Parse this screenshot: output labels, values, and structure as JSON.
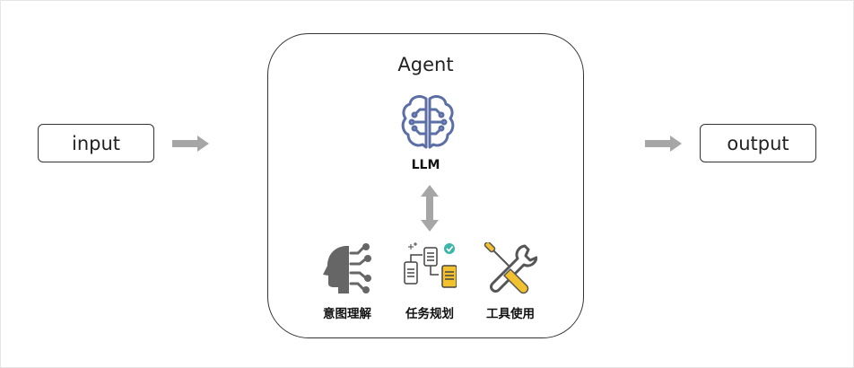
{
  "input": {
    "label": "input"
  },
  "output": {
    "label": "output"
  },
  "agent": {
    "title": "Agent",
    "llm": {
      "label": "LLM",
      "icon": "brain-circuit-icon"
    },
    "capabilities": [
      {
        "label": "意图理解",
        "icon": "head-network-icon"
      },
      {
        "label": "任务规划",
        "icon": "task-flow-icon"
      },
      {
        "label": "工具使用",
        "icon": "wrench-screwdriver-icon"
      }
    ]
  },
  "colors": {
    "arrow": "#a6a6a6",
    "brain_stroke": "#5b6fa6",
    "head": "#666666",
    "accent_yellow": "#f2c12e",
    "check_teal": "#3bb6a8"
  }
}
